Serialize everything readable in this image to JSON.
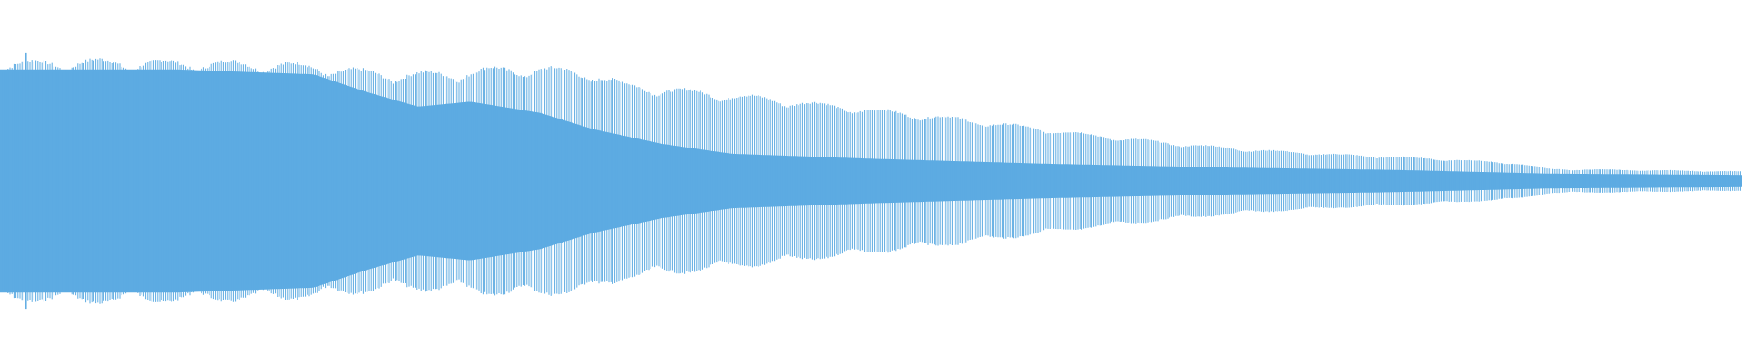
{
  "waveform": {
    "color": "#5DABE2",
    "background": "#FFFFFF",
    "level_profile": [
      [
        0.0,
        0.98
      ],
      [
        0.05,
        1.0
      ],
      [
        0.1,
        0.99
      ],
      [
        0.15,
        0.98
      ],
      [
        0.18,
        0.96
      ],
      [
        0.21,
        0.91
      ],
      [
        0.23,
        0.89
      ],
      [
        0.26,
        0.9
      ],
      [
        0.28,
        0.93
      ],
      [
        0.31,
        0.94
      ],
      [
        0.34,
        0.9
      ],
      [
        0.36,
        0.8
      ],
      [
        0.38,
        0.77
      ],
      [
        0.41,
        0.73
      ],
      [
        0.44,
        0.69
      ],
      [
        0.47,
        0.64
      ],
      [
        0.51,
        0.58
      ],
      [
        0.55,
        0.52
      ],
      [
        0.59,
        0.45
      ],
      [
        0.63,
        0.38
      ],
      [
        0.67,
        0.32
      ],
      [
        0.72,
        0.26
      ],
      [
        0.77,
        0.22
      ],
      [
        0.82,
        0.19
      ],
      [
        0.87,
        0.15
      ],
      [
        0.89,
        0.1
      ],
      [
        0.95,
        0.09
      ],
      [
        1.0,
        0.08
      ]
    ],
    "solid_core_profile": [
      [
        0.0,
        0.9
      ],
      [
        0.1,
        0.9
      ],
      [
        0.18,
        0.86
      ],
      [
        0.21,
        0.72
      ],
      [
        0.24,
        0.6
      ],
      [
        0.27,
        0.64
      ],
      [
        0.31,
        0.55
      ],
      [
        0.34,
        0.42
      ],
      [
        0.38,
        0.3
      ],
      [
        0.42,
        0.22
      ],
      [
        0.5,
        0.18
      ],
      [
        0.6,
        0.14
      ],
      [
        0.7,
        0.11
      ],
      [
        0.8,
        0.09
      ],
      [
        0.89,
        0.06
      ],
      [
        1.0,
        0.05
      ]
    ],
    "transient_spikes": [
      {
        "position": 0.012,
        "level": 0.73
      },
      {
        "position": 0.015,
        "level": 1.0
      }
    ]
  }
}
